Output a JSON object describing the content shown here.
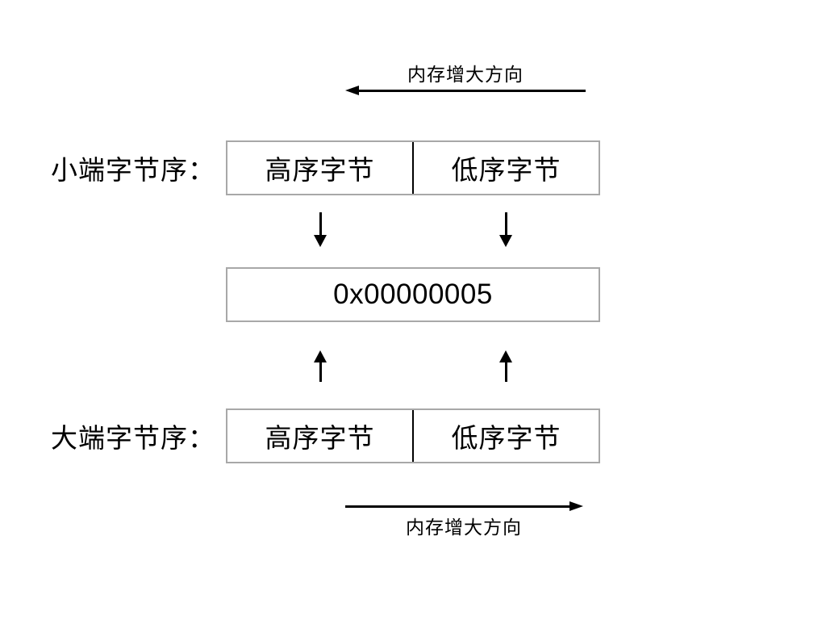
{
  "diagram": {
    "title_semantic": "endianness-byte-order-diagram",
    "memory_direction_top": {
      "label": "内存增大方向",
      "arrow_direction": "left"
    },
    "memory_direction_bottom": {
      "label": "内存增大方向",
      "arrow_direction": "right"
    },
    "little_endian_row": {
      "label": "小端字节序：",
      "cells": [
        {
          "text": "高序字节"
        },
        {
          "text": "低序字节"
        }
      ]
    },
    "big_endian_row": {
      "label": "大端字节序：",
      "cells": [
        {
          "text": "高序字节"
        },
        {
          "text": "低序字节"
        }
      ]
    },
    "value_box": {
      "text": "0x00000005"
    },
    "colors": {
      "box_border": "#a8a8a8",
      "divider": "#000000",
      "arrow": "#000000",
      "text": "#000000",
      "bg": "#ffffff"
    }
  }
}
